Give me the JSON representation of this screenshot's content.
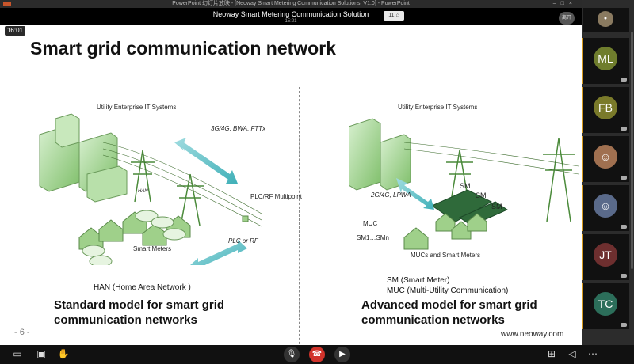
{
  "window": {
    "title": "PowerPoint 幻灯片放映 - [Neoway Smart Metering Communication Solutions_V1.0] - PowerPoint"
  },
  "meeting": {
    "title": "Neoway Smart Metering Communication Solution",
    "participant_count": "11",
    "sub_time": "15:21",
    "exit_label": "离开",
    "elapsed": "16:01"
  },
  "slide": {
    "title": "Smart grid communication network",
    "left": {
      "enterprise": "Utility Enterprise IT Systems",
      "wan": "3G/4G, BWA, FTTx",
      "han_label": "HAN",
      "plc": "PLC/RF Multipoint",
      "plc_rf": "PLC or RF",
      "smart_meters": "Smart Meters",
      "note": "HAN (Home Area Network )",
      "model_line1": "Standard model for smart grid",
      "model_line2": "communication networks"
    },
    "right": {
      "enterprise": "Utility Enterprise IT Systems",
      "wan": "2G/4G, LPWA",
      "sm": "SM",
      "muc": "MUC",
      "muc_range": "SM1…SMn",
      "mucs_meters": "MUCs and Smart Meters",
      "note1": "SM (Smart Meter)",
      "note2": "MUC (Multi-Utility Communication)",
      "model_line1": "Advanced model for smart grid",
      "model_line2": "communication networks"
    },
    "page": "- 6 -",
    "url": "www.neoway.com"
  },
  "participants": [
    {
      "initials": "",
      "color": "#8a7a60"
    },
    {
      "initials": "ML",
      "color": "#6f7d2d"
    },
    {
      "initials": "FB",
      "color": "#7a7a2a"
    },
    {
      "initials": "",
      "color": "#a07050"
    },
    {
      "initials": "",
      "color": "#5a6a8a"
    },
    {
      "initials": "JT",
      "color": "#6e2f2f"
    },
    {
      "initials": "TC",
      "color": "#2c6e5a"
    }
  ],
  "colors": {
    "accent": "#d79a1c",
    "hangup": "#d1332b",
    "green": "#7fbf6a"
  }
}
